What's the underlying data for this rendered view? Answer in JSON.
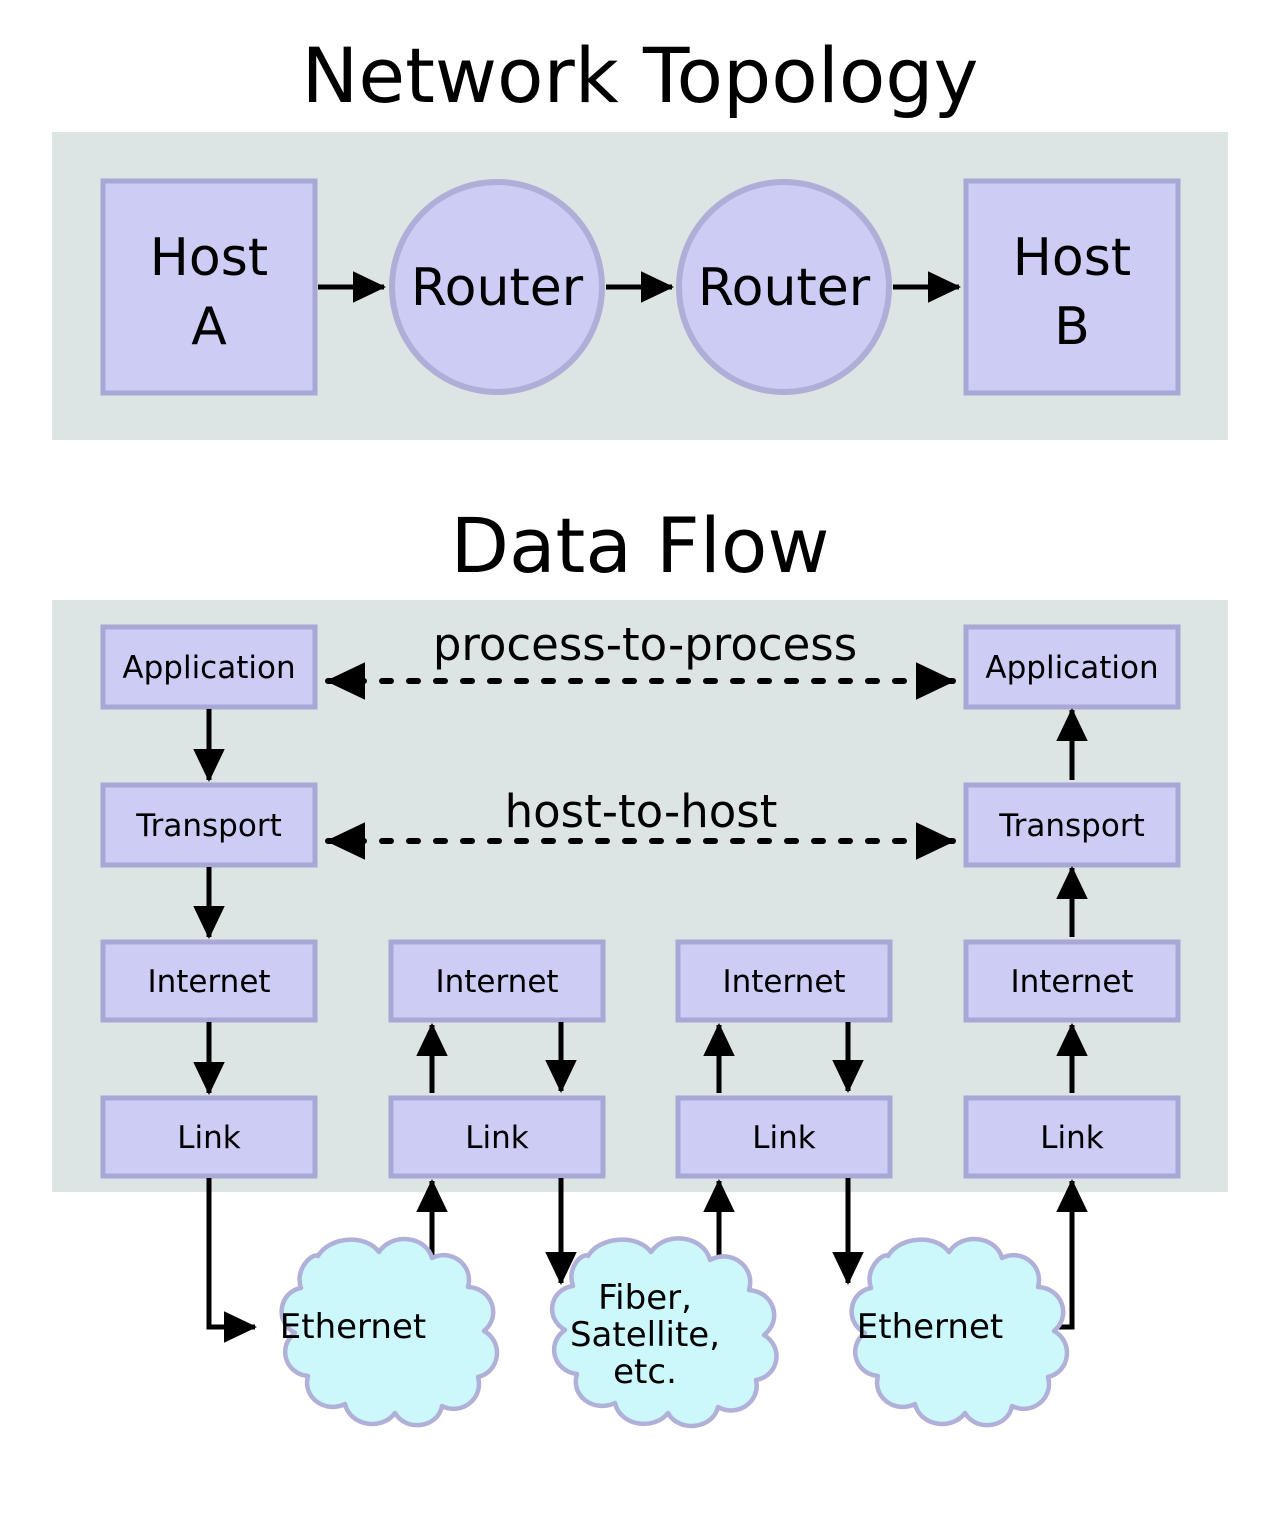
{
  "titles": {
    "topology": "Network Topology",
    "dataflow": "Data Flow"
  },
  "topology": {
    "nodes": [
      {
        "id": "host-a",
        "shape": "rect",
        "label_line1": "Host",
        "label_line2": "A"
      },
      {
        "id": "router-1",
        "shape": "circle",
        "label_line1": "Router",
        "label_line2": ""
      },
      {
        "id": "router-2",
        "shape": "circle",
        "label_line1": "Router",
        "label_line2": ""
      },
      {
        "id": "host-b",
        "shape": "rect",
        "label_line1": "Host",
        "label_line2": "B"
      }
    ],
    "links": [
      {
        "from": "host-a",
        "to": "router-1",
        "style": "solid-arrow"
      },
      {
        "from": "router-1",
        "to": "router-2",
        "style": "solid-arrow"
      },
      {
        "from": "router-2",
        "to": "host-b",
        "style": "solid-arrow"
      }
    ]
  },
  "dataflow": {
    "column_labels": {
      "col1": [
        "Application",
        "Transport",
        "Internet",
        "Link"
      ],
      "col2": [
        "Internet",
        "Link"
      ],
      "col3": [
        "Internet",
        "Link"
      ],
      "col4": [
        "Application",
        "Transport",
        "Internet",
        "Link"
      ]
    },
    "layer_names": {
      "application": "Application",
      "transport": "Transport",
      "internet": "Internet",
      "link": "Link"
    },
    "peer_links": [
      {
        "id": "process-to-process",
        "label": "process-to-process",
        "style": "dotted-double-arrow",
        "between": "Application"
      },
      {
        "id": "host-to-host",
        "label": "host-to-host",
        "style": "dotted-double-arrow",
        "between": "Transport"
      }
    ],
    "clouds": [
      {
        "id": "cloud-ethernet-left",
        "label_lines": [
          "Ethernet"
        ]
      },
      {
        "id": "cloud-fiber-satellite",
        "label_lines": [
          "Fiber,",
          "Satellite,",
          "etc."
        ]
      },
      {
        "id": "cloud-ethernet-right",
        "label_lines": [
          "Ethernet"
        ]
      }
    ]
  },
  "colors": {
    "panel_background": "#dde5e4",
    "node_fill": "#ccccf5",
    "node_border": "#a8a8d6",
    "cloud_fill": "#ccf7fb",
    "cloud_border": "#b0b0d8",
    "arrow": "#000000",
    "page_background": "#ffffff"
  }
}
